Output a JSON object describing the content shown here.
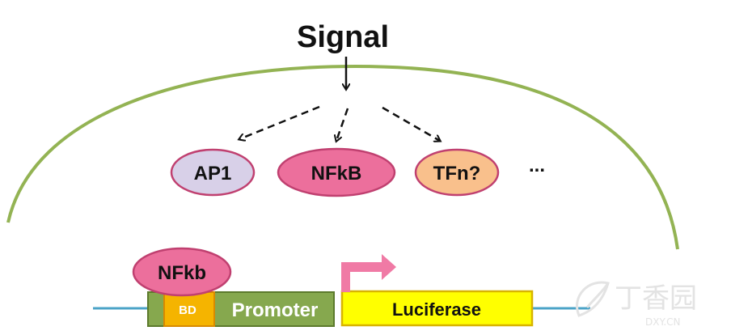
{
  "signal": {
    "label": "Signal"
  },
  "factors": [
    {
      "label": "AP1",
      "color": "#d8d0e8"
    },
    {
      "label": "NFkB",
      "color": "#ec6f9c"
    },
    {
      "label": "TFn?",
      "color": "#f9c08c"
    }
  ],
  "more_indicator": "...",
  "construct": {
    "bound_factor": {
      "label": "NFkb",
      "color": "#ec6f9c"
    },
    "binding_domain": {
      "label": "BD",
      "color": "#f5b400"
    },
    "promoter": {
      "label": "Promoter",
      "color": "#86a84e"
    },
    "reporter": {
      "label": "Luciferase",
      "color": "#ffff00"
    }
  },
  "colors": {
    "membrane": "#93b353",
    "dna_line": "#4ba3c7",
    "transcription_arrow": "#f07aa5",
    "arrows": "#111111"
  },
  "watermark": {
    "text": "丁香园",
    "subtext": "DXY.CN"
  }
}
